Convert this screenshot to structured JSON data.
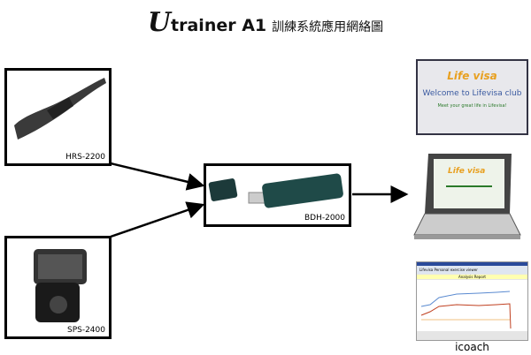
{
  "title": {
    "letter": "U",
    "main": "trainer A1",
    "chinese": "訓練系統應用網絡圖"
  },
  "devices": [
    {
      "label": "HRS-2200"
    },
    {
      "label": "SPS-2400"
    },
    {
      "label": "BDH-2000"
    }
  ],
  "lifevisa": {
    "logo": "Life visa",
    "welcome": "Welcome to Lifevisa club",
    "tagline": "Meet your great life in Lifevisa!"
  },
  "laptop": {
    "screen_logo": "Life visa"
  },
  "icoach": {
    "window_title": "Lifevisa Personal exercise viewer",
    "report_title": "Analysis Report",
    "label": "icoach"
  }
}
